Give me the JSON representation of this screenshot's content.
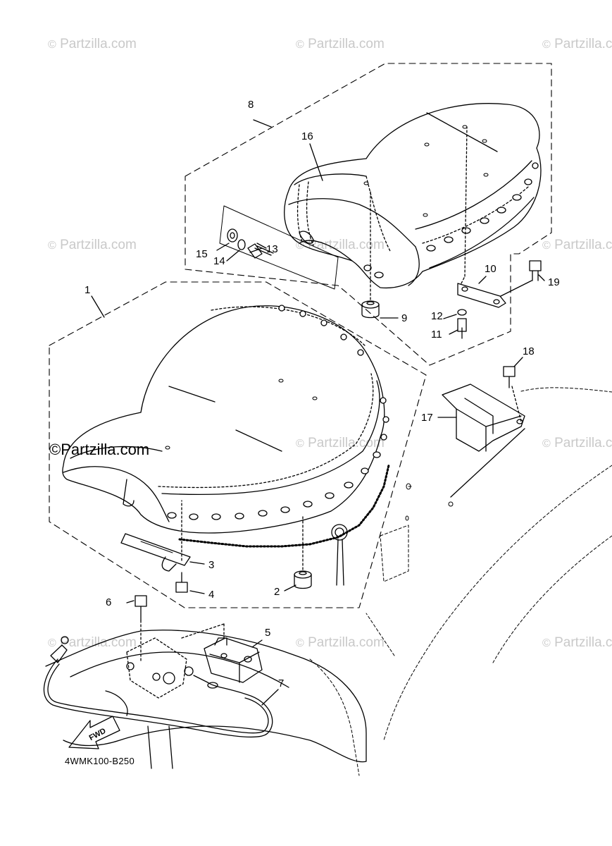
{
  "watermark": {
    "symbol": "©",
    "text": "Partzilla.com"
  },
  "main_watermark": "©Partzilla.com",
  "diagram_code": "4WMK100-B250",
  "forward_marker": "FWD",
  "callouts": [
    {
      "id": "c1",
      "label": "1"
    },
    {
      "id": "c2",
      "label": "2"
    },
    {
      "id": "c3",
      "label": "3"
    },
    {
      "id": "c4",
      "label": "4"
    },
    {
      "id": "c5",
      "label": "5"
    },
    {
      "id": "c6",
      "label": "6"
    },
    {
      "id": "c7",
      "label": "7"
    },
    {
      "id": "c8",
      "label": "8"
    },
    {
      "id": "c9",
      "label": "9"
    },
    {
      "id": "c10",
      "label": "10"
    },
    {
      "id": "c11",
      "label": "11"
    },
    {
      "id": "c12",
      "label": "12"
    },
    {
      "id": "c13",
      "label": "13"
    },
    {
      "id": "c14",
      "label": "14"
    },
    {
      "id": "c15",
      "label": "15"
    },
    {
      "id": "c16",
      "label": "16"
    },
    {
      "id": "c17",
      "label": "17"
    },
    {
      "id": "c18",
      "label": "18"
    },
    {
      "id": "c19",
      "label": "19"
    }
  ],
  "colors": {
    "line": "#000000",
    "watermark": "#c9c9c9",
    "background": "#ffffff"
  }
}
